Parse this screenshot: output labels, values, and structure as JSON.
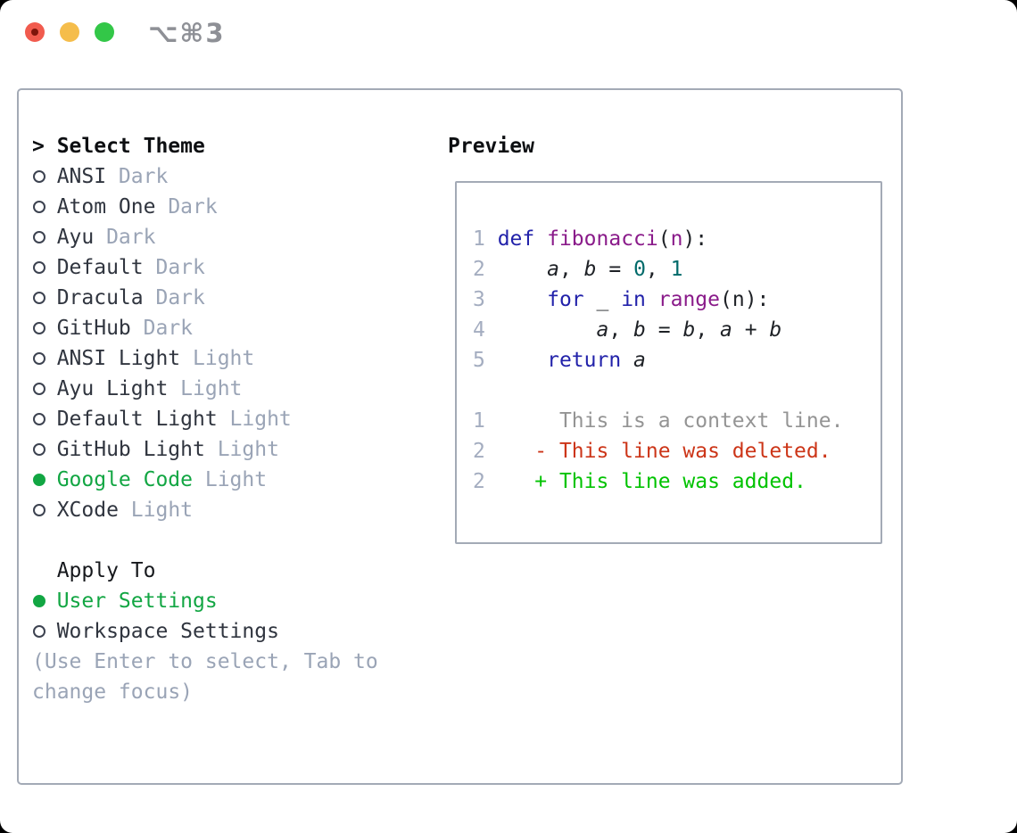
{
  "window": {
    "title": "⌥⌘3",
    "controls": [
      {
        "name": "close",
        "color": "#f15b4e"
      },
      {
        "name": "minimize",
        "color": "#f5bd4b"
      },
      {
        "name": "zoom",
        "color": "#33c748"
      }
    ]
  },
  "sidebar": {
    "header": {
      "cursor": ">",
      "label": "Select Theme"
    },
    "themes": [
      {
        "name": "ANSI",
        "variant": "Dark",
        "selected": false
      },
      {
        "name": "Atom One",
        "variant": "Dark",
        "selected": false
      },
      {
        "name": "Ayu",
        "variant": "Dark",
        "selected": false
      },
      {
        "name": "Default",
        "variant": "Dark",
        "selected": false
      },
      {
        "name": "Dracula",
        "variant": "Dark",
        "selected": false
      },
      {
        "name": "GitHub",
        "variant": "Dark",
        "selected": false
      },
      {
        "name": "ANSI Light",
        "variant": "Light",
        "selected": false
      },
      {
        "name": "Ayu Light",
        "variant": "Light",
        "selected": false
      },
      {
        "name": "Default Light",
        "variant": "Light",
        "selected": false
      },
      {
        "name": "GitHub Light",
        "variant": "Light",
        "selected": false
      },
      {
        "name": "Google Code",
        "variant": "Light",
        "selected": true
      },
      {
        "name": "XCode",
        "variant": "Light",
        "selected": false
      }
    ],
    "apply_to": {
      "label": "Apply To",
      "options": [
        {
          "label": "User Settings",
          "selected": true
        },
        {
          "label": "Workspace Settings",
          "selected": false
        }
      ]
    },
    "help": "(Use Enter to select, Tab to change focus)"
  },
  "preview": {
    "label": "Preview",
    "lines": [
      {
        "tokens": [
          {
            "t": "1 ",
            "c": "gut"
          },
          {
            "t": "def",
            "c": "kwd"
          },
          {
            "t": " ",
            "c": "pln"
          },
          {
            "t": "fibonacci",
            "c": "fn"
          },
          {
            "t": "(",
            "c": "pln"
          },
          {
            "t": "n",
            "c": "fn"
          },
          {
            "t": "):",
            "c": "pln"
          }
        ]
      },
      {
        "tokens": [
          {
            "t": "2 ",
            "c": "gut"
          },
          {
            "t": "    ",
            "c": "pln"
          },
          {
            "t": "a",
            "c": "var"
          },
          {
            "t": ", ",
            "c": "pln"
          },
          {
            "t": "b",
            "c": "var"
          },
          {
            "t": " = ",
            "c": "pln"
          },
          {
            "t": "0",
            "c": "num"
          },
          {
            "t": ", ",
            "c": "pln"
          },
          {
            "t": "1",
            "c": "num"
          }
        ]
      },
      {
        "tokens": [
          {
            "t": "3 ",
            "c": "gut"
          },
          {
            "t": "    ",
            "c": "pln"
          },
          {
            "t": "for",
            "c": "kwd"
          },
          {
            "t": " _ ",
            "c": "pln"
          },
          {
            "t": "in",
            "c": "kwd"
          },
          {
            "t": " ",
            "c": "pln"
          },
          {
            "t": "range",
            "c": "fn"
          },
          {
            "t": "(n):",
            "c": "pln"
          }
        ]
      },
      {
        "tokens": [
          {
            "t": "4 ",
            "c": "gut"
          },
          {
            "t": "        ",
            "c": "pln"
          },
          {
            "t": "a",
            "c": "var"
          },
          {
            "t": ", ",
            "c": "pln"
          },
          {
            "t": "b",
            "c": "var"
          },
          {
            "t": " = ",
            "c": "pln"
          },
          {
            "t": "b",
            "c": "var"
          },
          {
            "t": ", ",
            "c": "pln"
          },
          {
            "t": "a",
            "c": "var"
          },
          {
            "t": " + ",
            "c": "pln"
          },
          {
            "t": "b",
            "c": "var"
          }
        ]
      },
      {
        "tokens": [
          {
            "t": "5 ",
            "c": "gut"
          },
          {
            "t": "    ",
            "c": "pln"
          },
          {
            "t": "return",
            "c": "kwd"
          },
          {
            "t": " ",
            "c": "pln"
          },
          {
            "t": "a",
            "c": "var"
          }
        ]
      },
      {
        "tokens": [
          {
            "t": " ",
            "c": "pln"
          }
        ]
      },
      {
        "tokens": [
          {
            "t": "1",
            "c": "gut"
          },
          {
            "t": "      This is a context line.",
            "c": "ctx"
          }
        ]
      },
      {
        "tokens": [
          {
            "t": "2",
            "c": "gut"
          },
          {
            "t": "    ",
            "c": "pln"
          },
          {
            "t": "- This line was deleted.",
            "c": "del"
          }
        ]
      },
      {
        "tokens": [
          {
            "t": "2",
            "c": "gut"
          },
          {
            "t": "    ",
            "c": "pln"
          },
          {
            "t": "+ This line was added.",
            "c": "add"
          }
        ]
      }
    ]
  },
  "colors": {
    "selection_green": "#12a643",
    "diff_added_green": "#00c300",
    "diff_deleted_red": "#cc3518",
    "diff_context_gray": "#949494",
    "keyword_blue": "#2222aa",
    "function_purple": "#8a1b8a",
    "literal_teal": "#006a6a",
    "line_number_gray": "#a4adc0",
    "muted_gray": "#9aa4b6",
    "border_gray": "#a3aab6",
    "traffic_red": "#f15b4e",
    "traffic_yellow": "#f5bd4b",
    "traffic_green": "#33c748"
  }
}
